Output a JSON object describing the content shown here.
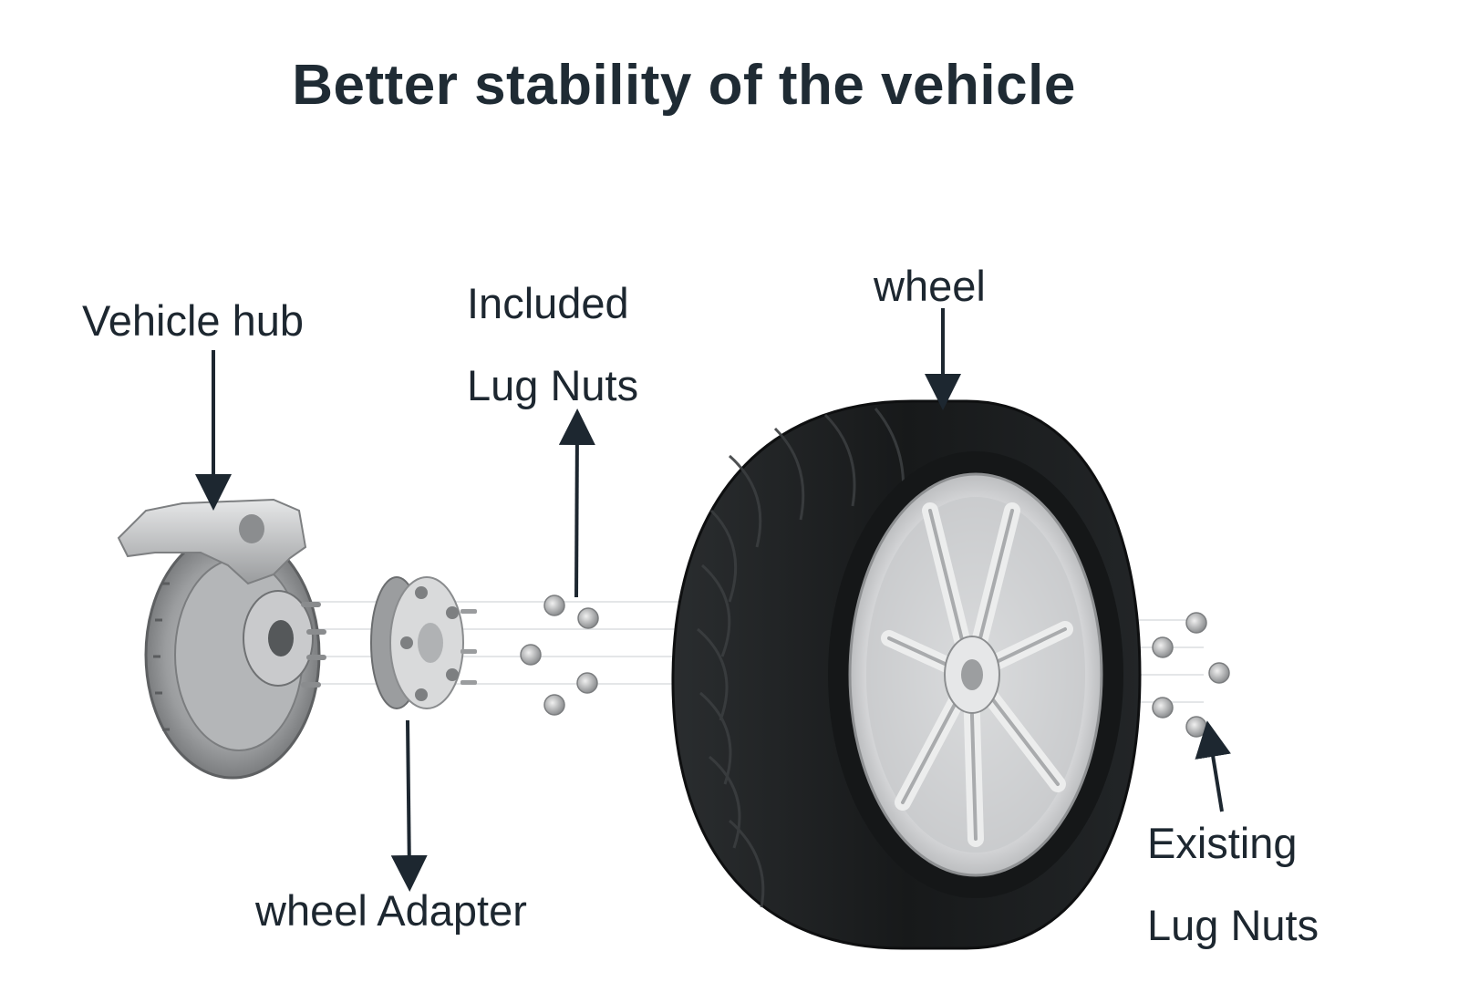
{
  "title": "Better stability of the vehicle",
  "labels": {
    "vehicle_hub": "Vehicle hub",
    "included_lug_nuts": [
      "Included",
      "Lug Nuts"
    ],
    "wheel": "wheel",
    "wheel_adapter": "wheel Adapter",
    "existing_lug_nuts": [
      "Existing",
      "Lug Nuts"
    ]
  },
  "colors": {
    "text": "#1d2730",
    "arrow": "#1d2730",
    "tire": "#1f2224",
    "rim": "#d9dadc",
    "metal": "#a7a9ab"
  }
}
